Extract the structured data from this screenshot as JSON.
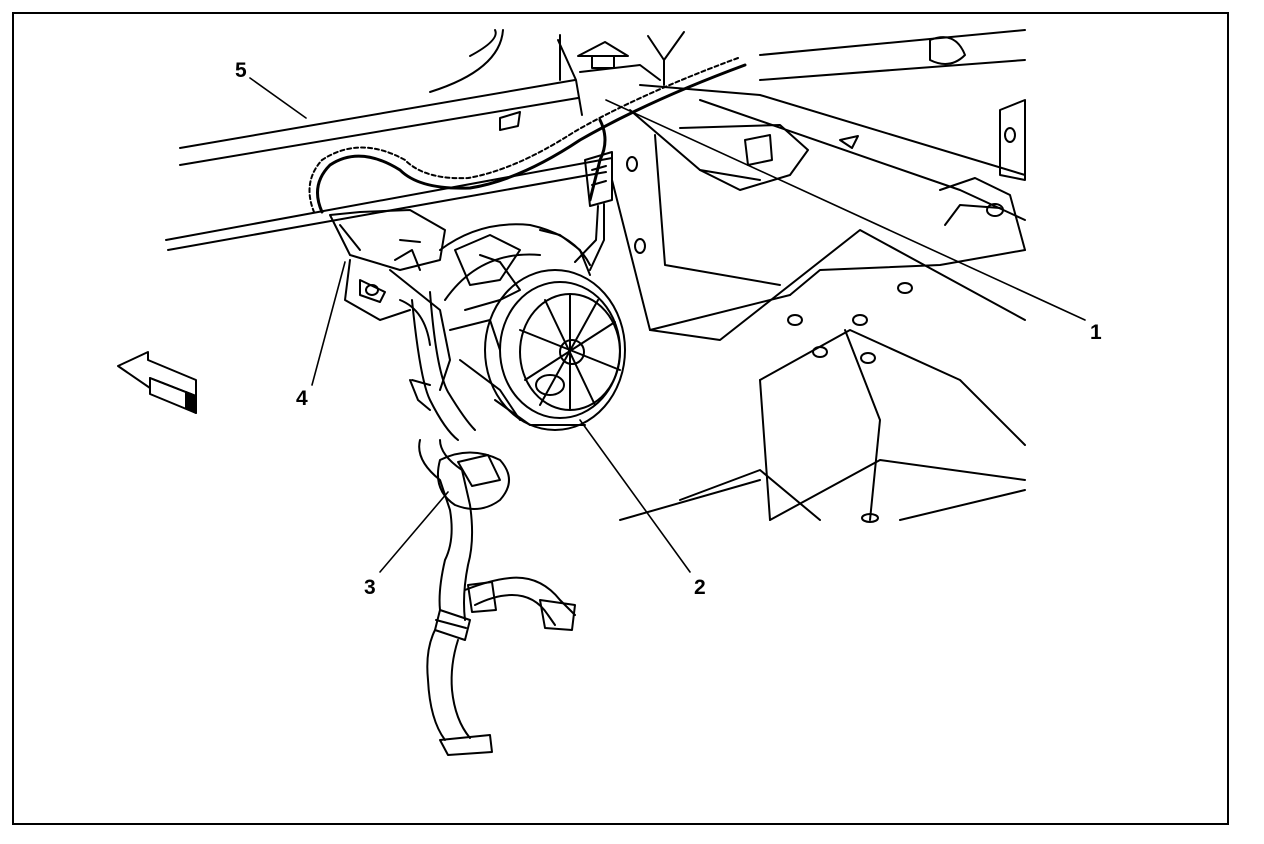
{
  "figure": {
    "callouts": [
      {
        "id": "1",
        "label": "1"
      },
      {
        "id": "2",
        "label": "2"
      },
      {
        "id": "3",
        "label": "3"
      },
      {
        "id": "4",
        "label": "4"
      },
      {
        "id": "5",
        "label": "5"
      }
    ],
    "colors": {
      "line": "#000000",
      "background": "#ffffff"
    }
  }
}
